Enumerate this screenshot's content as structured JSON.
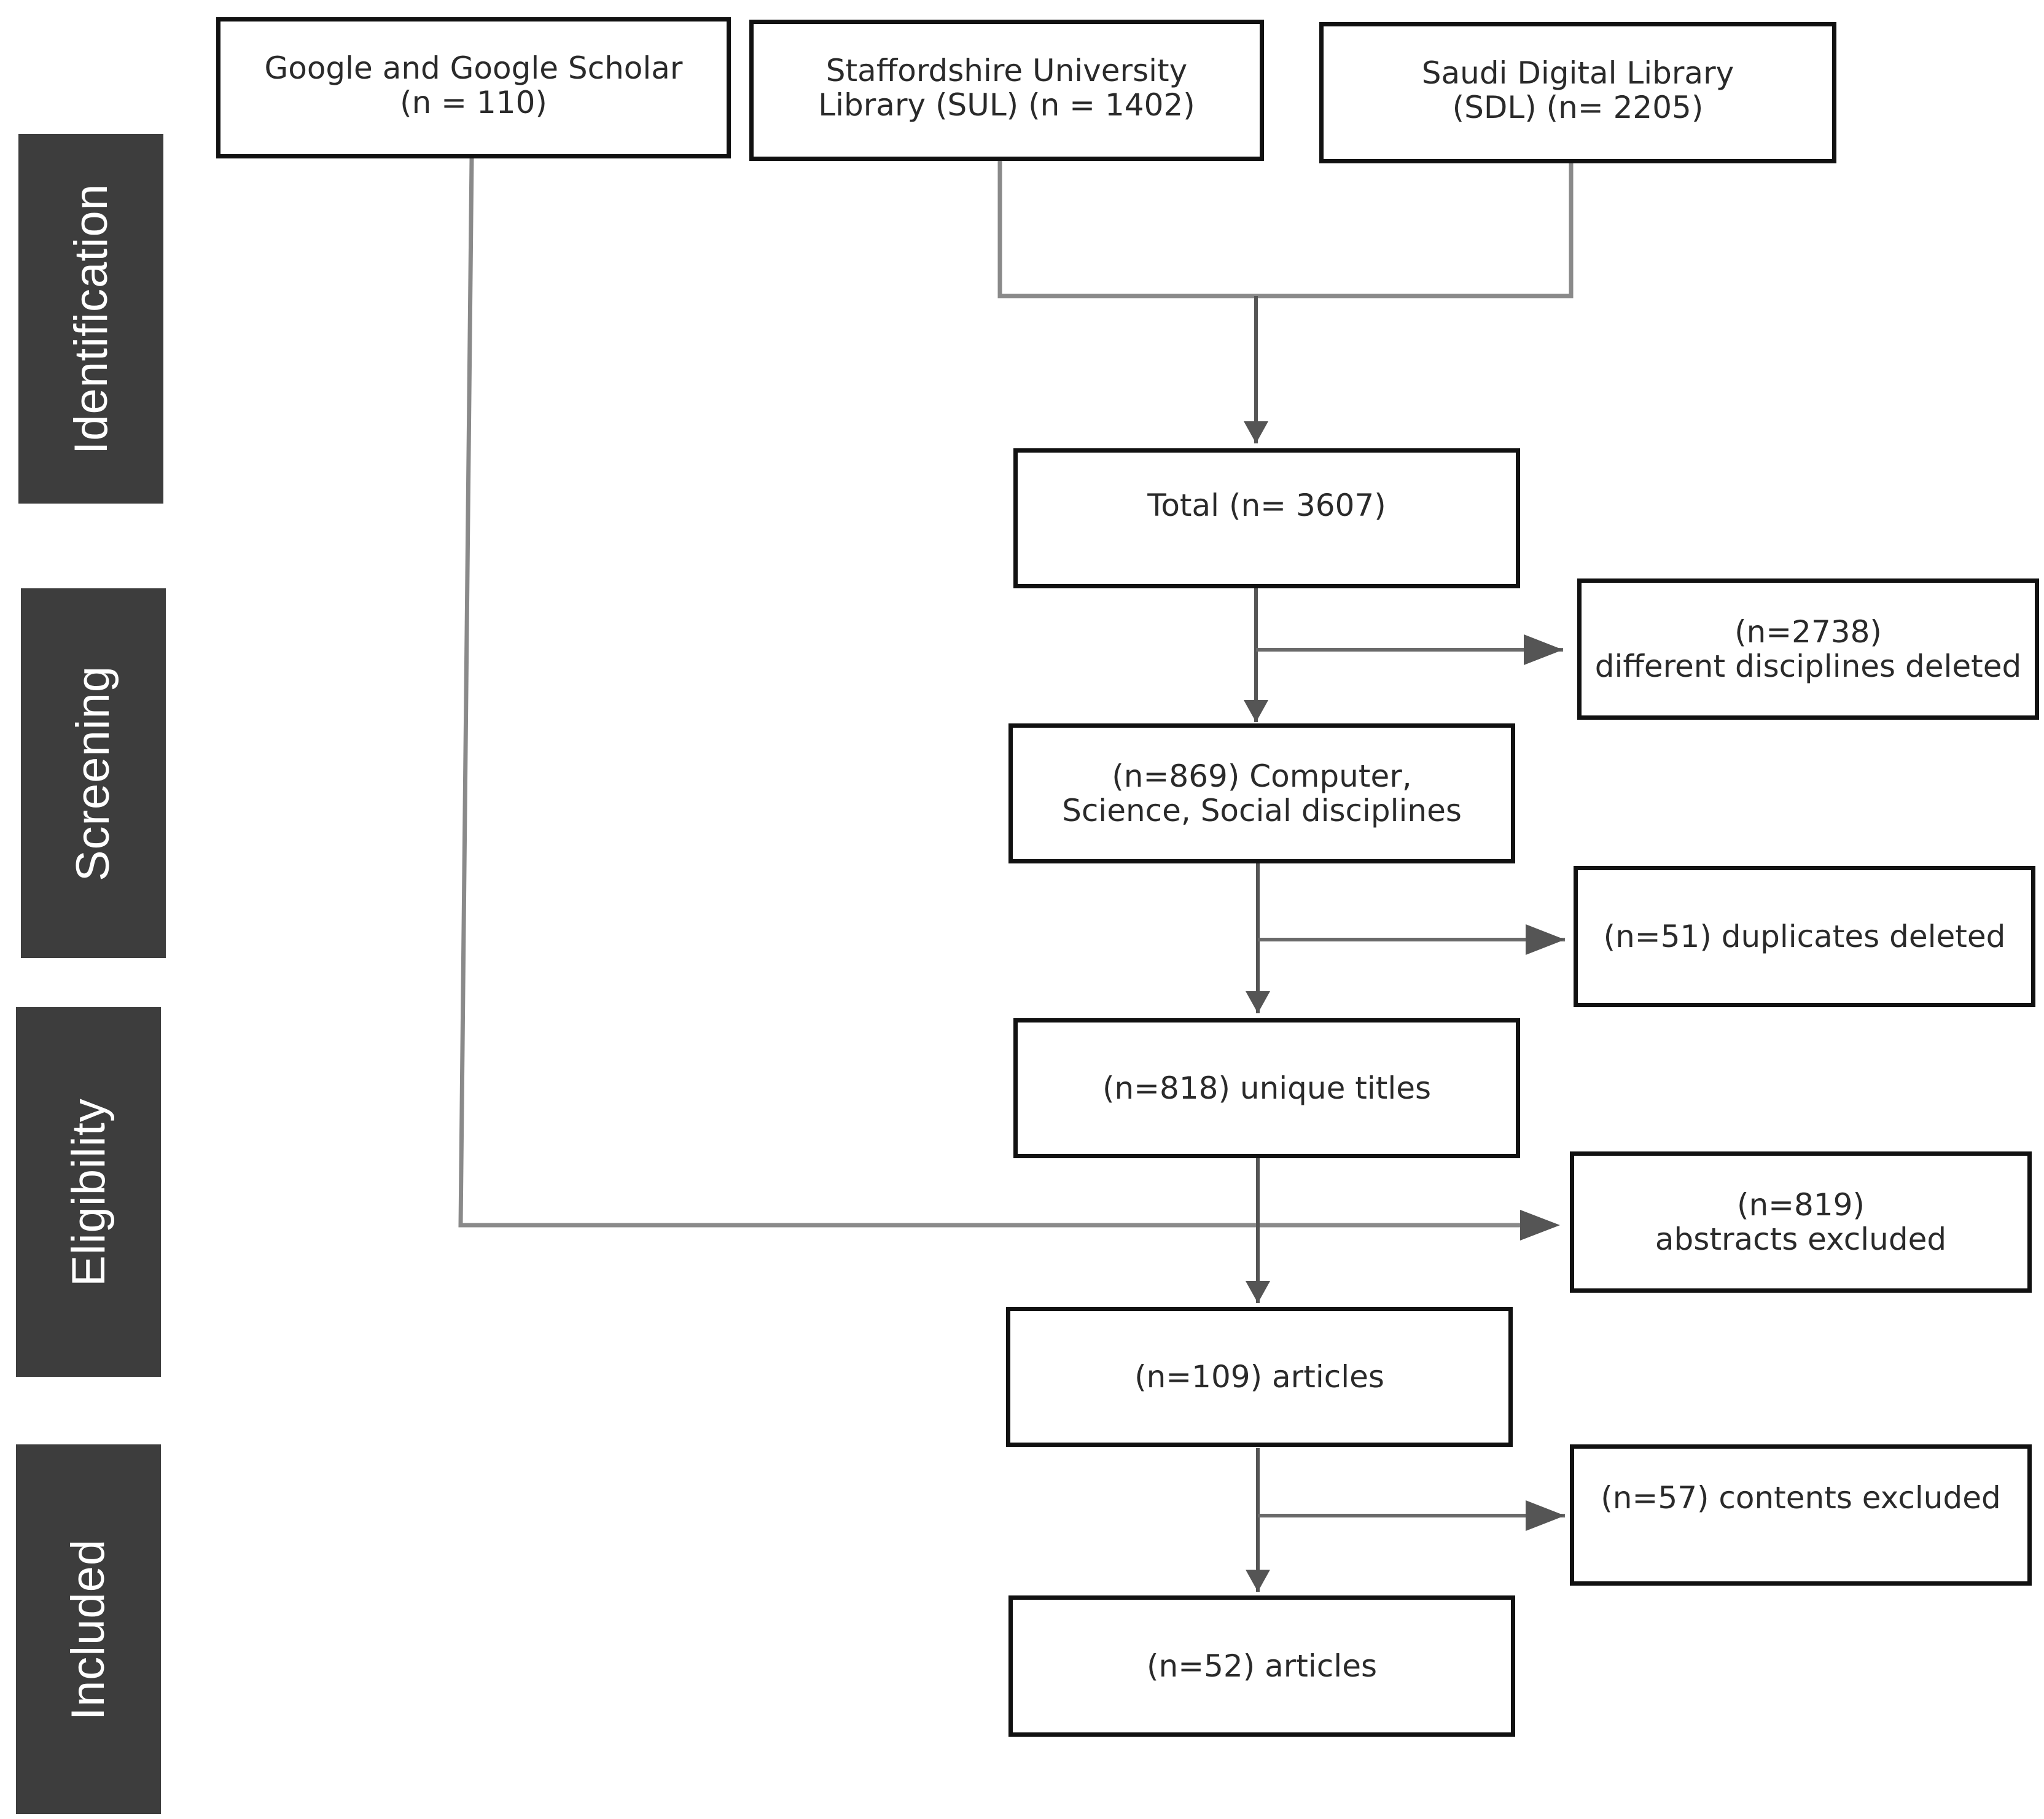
{
  "phases": {
    "identification": "Identification",
    "screening": "Screening",
    "eligibility": "Eligibility",
    "included": "Included"
  },
  "sources": {
    "google": {
      "line1": "Google and Google Scholar",
      "line2": "(n = 110)"
    },
    "sul": {
      "line1": "Staffordshire University",
      "line2": "Library (SUL) (n = 1402)"
    },
    "sdl": {
      "line1": "Saudi Digital Library",
      "line2": "(SDL) (n= 2205)"
    }
  },
  "flow": {
    "total": "Total (n= 3607)",
    "disciplines": {
      "line1": "(n=869) Computer,",
      "line2": "Science, Social disciplines"
    },
    "unique_titles": "(n=818) unique titles",
    "articles_109": "(n=109) articles",
    "articles_52": "(n=52) articles"
  },
  "exclusions": {
    "different_disciplines": {
      "line1": "(n=2738)",
      "line2": "different disciplines deleted"
    },
    "duplicates": "(n=51) duplicates deleted",
    "abstracts": {
      "line1": "(n=819)",
      "line2": "abstracts  excluded"
    },
    "contents": "(n=57) contents  excluded"
  },
  "colors": {
    "phase_background": "#3d3d3d",
    "box_border": "#111111",
    "connector_gray": "#8a8a8a",
    "connector_dark": "#555555"
  }
}
